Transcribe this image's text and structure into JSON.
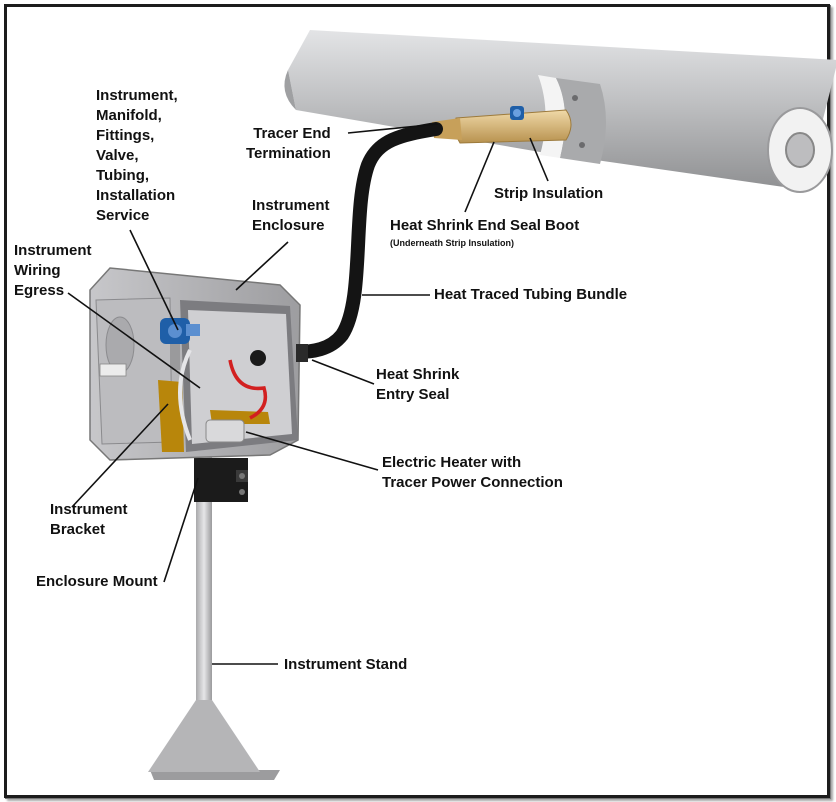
{
  "labels": {
    "instrument_manifold": "Instrument,\nManifold,\nFittings,\nValve,\nTubing,\nInstallation\nService",
    "tracer_end_termination": "Tracer End\nTermination",
    "strip_insulation": "Strip Insulation",
    "heat_shrink_end_seal_boot": "Heat Shrink End Seal Boot",
    "underneath_strip_insulation": "(Underneath Strip Insulation)",
    "instrument_enclosure": "Instrument\nEnclosure",
    "instrument_wiring_egress": "Instrument\nWiring\nEgress",
    "heat_traced_tubing_bundle": "Heat Traced Tubing Bundle",
    "heat_shrink_entry_seal": "Heat Shrink\nEntry Seal",
    "electric_heater": "Electric Heater with\nTracer Power Connection",
    "instrument_bracket": "Instrument\nBracket",
    "enclosure_mount": "Enclosure Mount",
    "instrument_stand": "Instrument Stand"
  },
  "colors": {
    "pipe": "#b7b8ba",
    "boot": "#d9b777",
    "tubing": "#121212",
    "enclosure": "#b9b9bc",
    "bracket": "#b8860b",
    "transmitter": "#1f5fa8",
    "wire": "#d22020"
  }
}
